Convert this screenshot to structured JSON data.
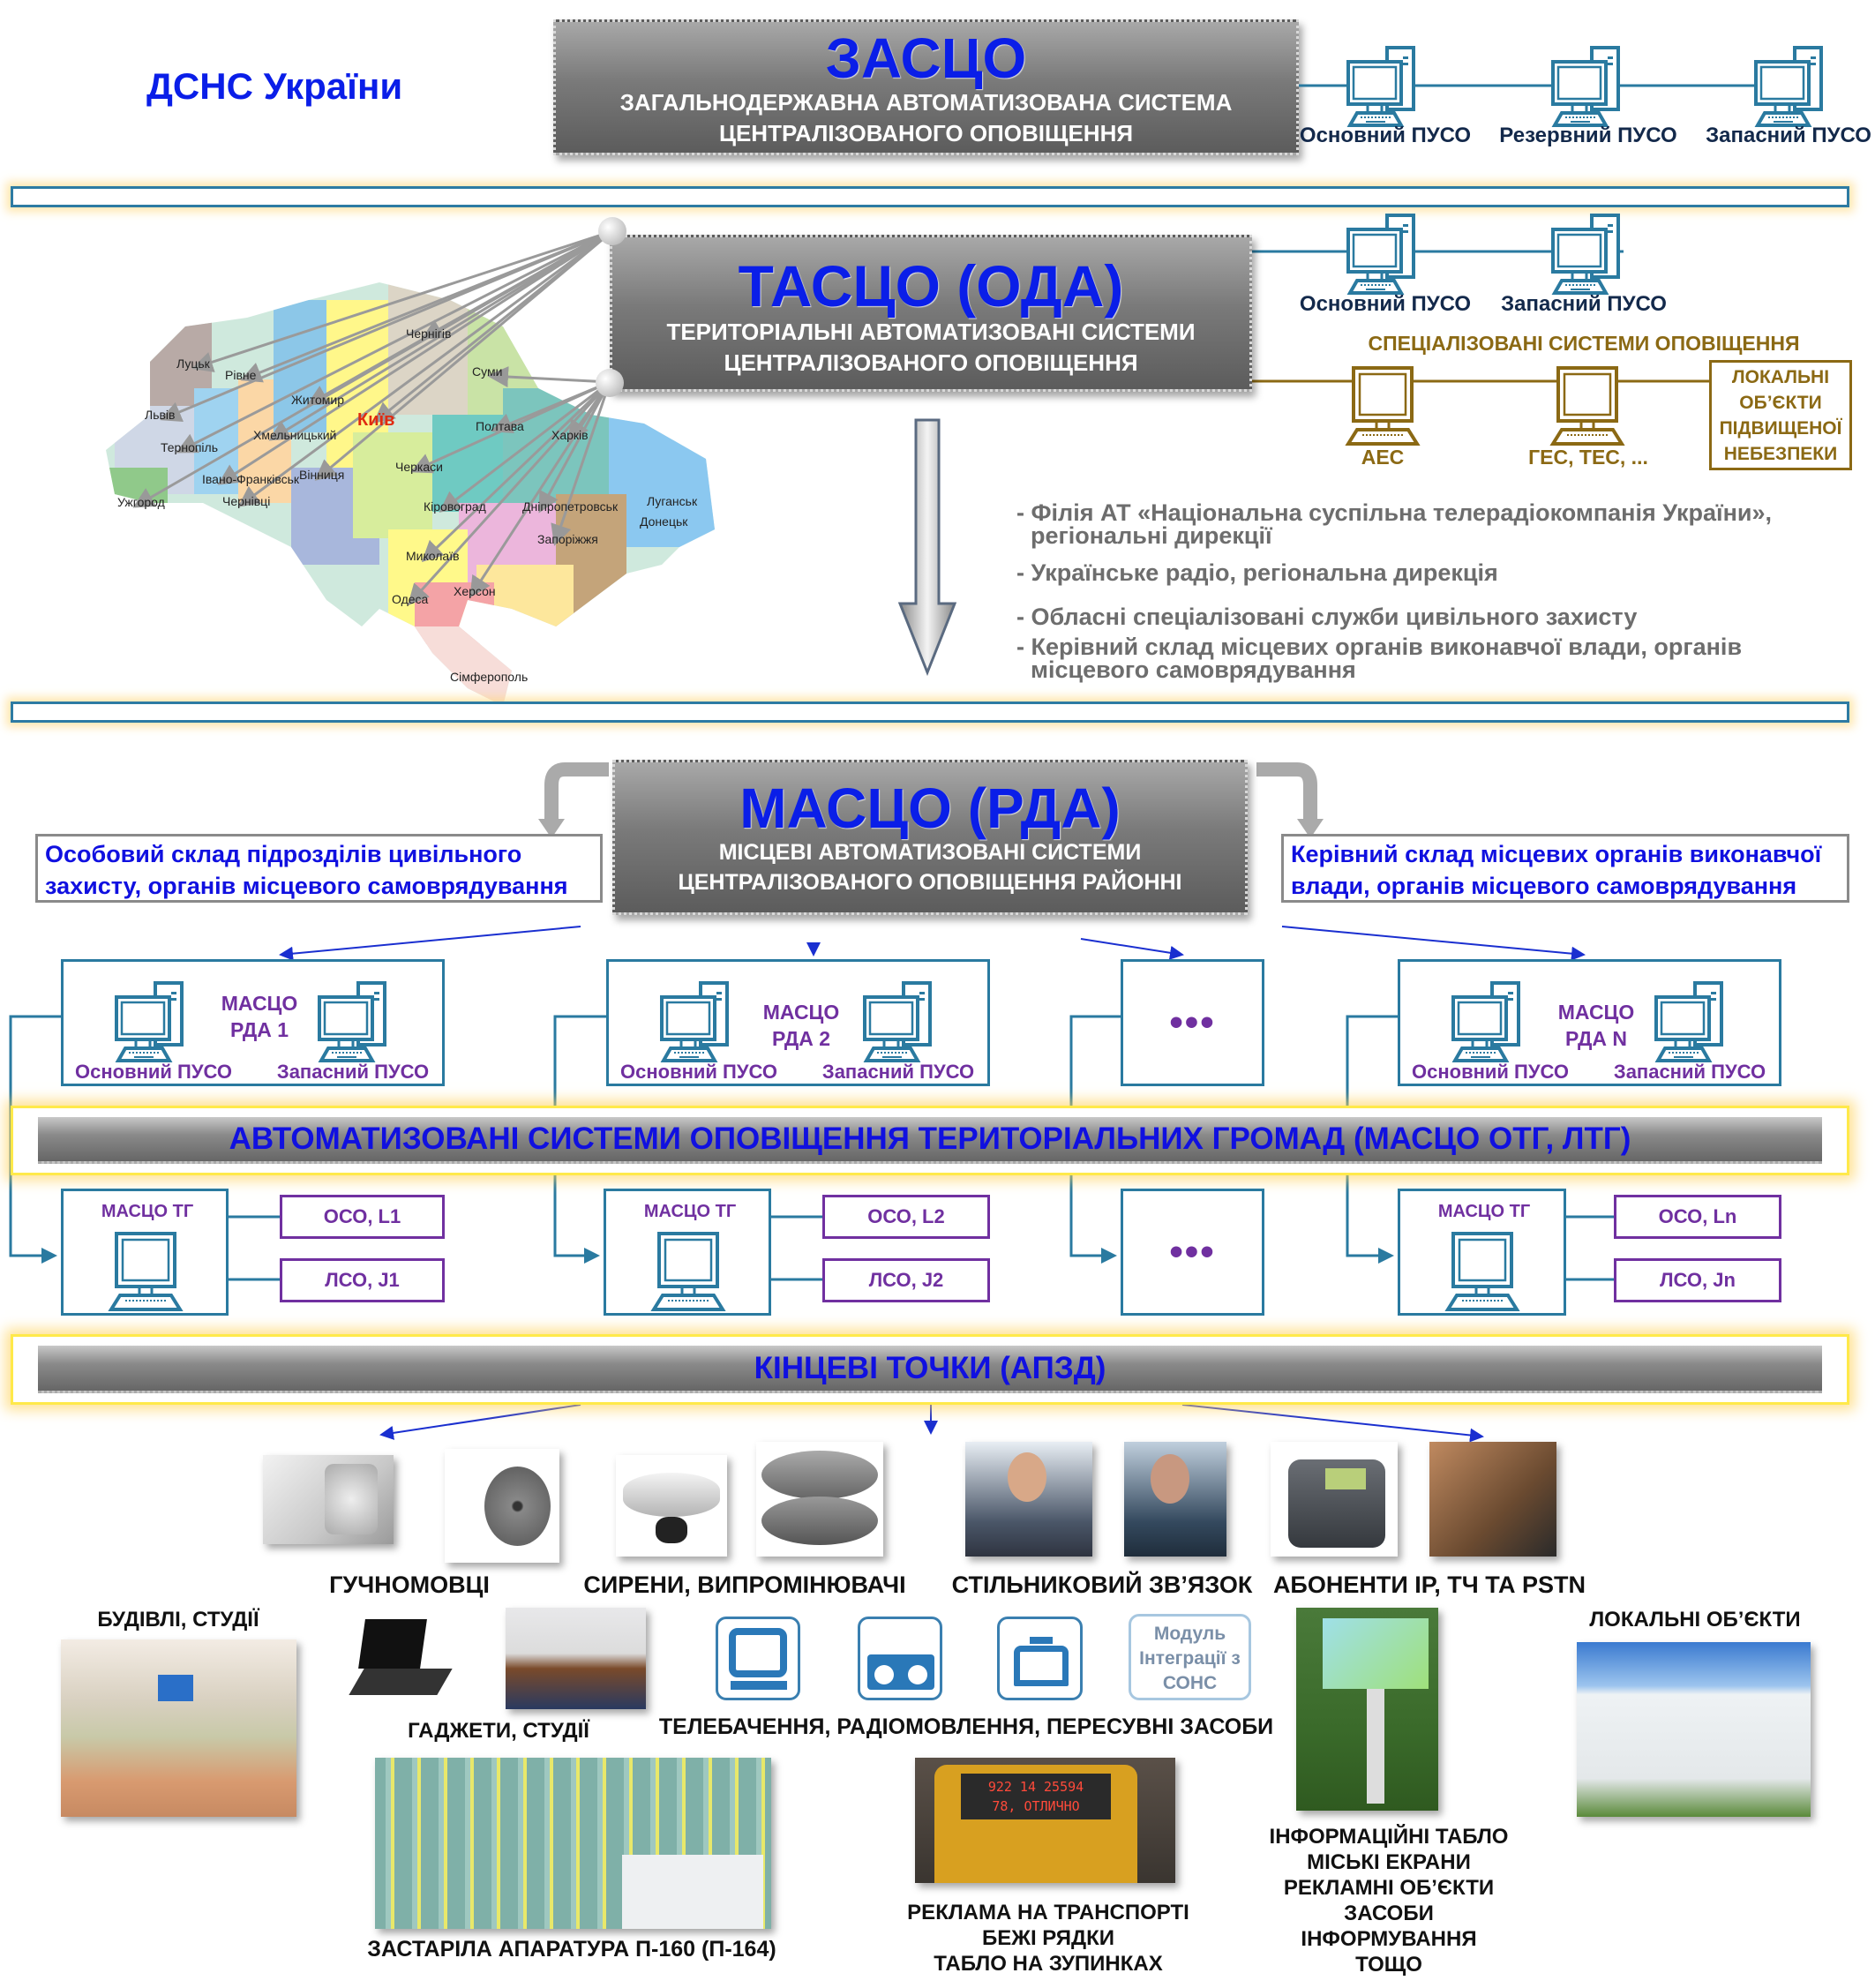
{
  "org": "ДСНС України",
  "zasco": {
    "title": "ЗАСЦО",
    "subtitle1": "ЗАГАЛЬНОДЕРЖАВНА АВТОМАТИЗОВАНА СИСТЕМА",
    "subtitle2": "ЦЕНТРАЛІЗОВАНОГО ОПОВІЩЕННЯ",
    "pcs": [
      "Основний ПУСО",
      "Резервний ПУСО",
      "Запасний ПУСО"
    ]
  },
  "tasco": {
    "title": "ТАСЦО (ОДА)",
    "subtitle1": "ТЕРИТОРІАЛЬНІ АВТОМАТИЗОВАНІ СИСТЕМИ",
    "subtitle2": "ЦЕНТРАЛІЗОВАНОГО ОПОВІЩЕННЯ",
    "pcs": [
      "Основний ПУСО",
      "Запасний ПУСО"
    ]
  },
  "special": {
    "title": "СПЕЦІАЛІЗОВАНІ СИСТЕМИ ОПОВІЩЕННЯ",
    "pcs": [
      "АЕС",
      "ГЕС, ТЕС, ..."
    ],
    "local_box": [
      "ЛОКАЛЬНІ",
      "ОБ’ЄКТИ",
      "ПІДВИЩЕНОЇ",
      "НЕБЕЗПЕКИ"
    ]
  },
  "map": {
    "cities": [
      "Луцьк",
      "Рівне",
      "Чернігів",
      "Суми",
      "Житомир",
      "Київ",
      "Львів",
      "Хмельницький",
      "Тернопіль",
      "Полтава",
      "Харків",
      "Вінниця",
      "Черкаси",
      "Івано-Франківськ",
      "Ужгород",
      "Чернівці",
      "Кіровоград",
      "Дніпропетровськ",
      "Луганськ",
      "Донецьк",
      "Запоріжжя",
      "Миколаїв",
      "Херсон",
      "Одеса",
      "Сімферополь"
    ]
  },
  "recipients": [
    "- Філія АТ «Національна суспільна телерадіокомпанія України»,",
    "регіональні дирекції",
    "- Українське радіо, регіональна дирекція",
    "- Обласні спеціалізовані служби цивільного захисту",
    "- Керівний склад місцевих органів виконавчої влади, органів",
    "місцевого самоврядування"
  ],
  "masco": {
    "title": "МАСЦО (РДА)",
    "subtitle1": "МІСЦЕВІ АВТОМАТИЗОВАНІ СИСТЕМИ",
    "subtitle2": "ЦЕНТРАЛІЗОВАНОГО ОПОВІЩЕННЯ РАЙОННІ",
    "left_note": [
      "Особовий склад підрозділів цивільного",
      "захисту, органів місцевого самоврядування"
    ],
    "right_note": [
      "Керівний склад місцевих органів виконавчої",
      "влади, органів місцевого самоврядування"
    ]
  },
  "rda_units": [
    {
      "name1": "МАСЦО",
      "name2": "РДА 1",
      "main": "Основний ПУСО",
      "reserve": "Запасний ПУСО"
    },
    {
      "name1": "МАСЦО",
      "name2": "РДА 2",
      "main": "Основний ПУСО",
      "reserve": "Запасний ПУСО"
    },
    {
      "ellipsis": "•••"
    },
    {
      "name1": "МАСЦО",
      "name2": "РДА N",
      "main": "Основний ПУСО",
      "reserve": "Запасний ПУСО"
    }
  ],
  "otg_bar": "АВТОМАТИЗОВАНІ СИСТЕМИ ОПОВІЩЕННЯ ТЕРИТОРІАЛЬНИХ ГРОМАД (МАСЦО ОТГ, ЛТГ)",
  "tg_units": [
    {
      "name": "МАСЦО ТГ",
      "oso": "ОСО, L1",
      "lso": "ЛСО, J1"
    },
    {
      "name": "МАСЦО ТГ",
      "oso": "ОСО, L2",
      "lso": "ЛСО, J2"
    },
    {
      "ellipsis": "•••"
    },
    {
      "name": "МАСЦО ТГ",
      "oso": "ОСО, Ln",
      "lso": "ЛСО, Jn"
    }
  ],
  "endpoints_bar": "КІНЦЕВІ ТОЧКИ (АПЗД)",
  "endpoints": {
    "loudspeakers": "ГУЧНОМОВЦІ",
    "sirens": "СИРЕНИ, ВИПРОМІНЮВАЧІ",
    "cellular": "СТІЛЬНИКОВИЙ ЗВ’ЯЗОК",
    "subscribers": "АБОНЕНТИ IP, ТЧ ТА PSTN",
    "buildings": "БУДІВЛІ, СТУДІЇ",
    "gadgets": "ГАДЖЕТИ, СТУДІЇ",
    "broadcast": "ТЕЛЕБАЧЕННЯ, РАДІОМОВЛЕННЯ, ПЕРЕСУВНІ ЗАСОБИ",
    "module": [
      "Модуль",
      "Інтеграції з",
      "СОНС"
    ],
    "local_objects": "ЛОКАЛЬНІ ОБ’ЄКТИ",
    "legacy": "ЗАСТАРІЛА АПАРАТУРА П-160 (П-164)",
    "transport": [
      "РЕКЛАМА НА ТРАНСПОРТІ",
      "БЕЖІ РЯДКИ",
      "ТАБЛО НА ЗУПИНКАХ"
    ],
    "bus_display": [
      "922 14 25594",
      "78, ОТЛИЧНО"
    ],
    "info": [
      "ІНФОРМАЦІЙНІ ТАБЛО",
      "МІСЬКІ ЕКРАНИ",
      "РЕКЛАМНІ ОБ’ЄКТИ",
      "ЗАСОБИ",
      "ІНФОРМУВАННЯ",
      "ТОЩО"
    ]
  },
  "colors": {
    "title_blue": "#0a1ee8",
    "teal": "#2a7aa0",
    "purple": "#7030a0",
    "brown": "#8b6914"
  }
}
